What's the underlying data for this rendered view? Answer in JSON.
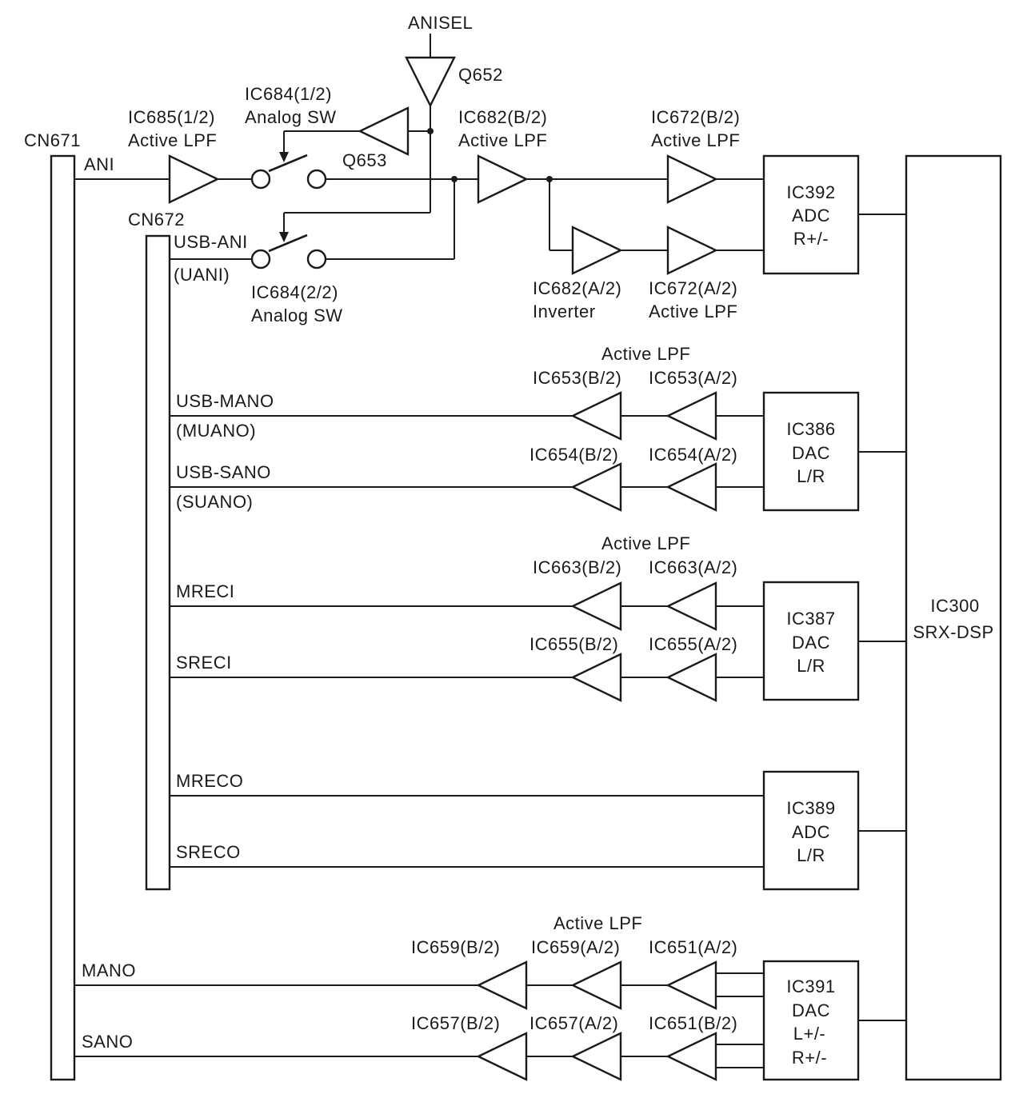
{
  "labels": {
    "anisel": "ANISEL",
    "q652": "Q652",
    "q653": "Q653",
    "cn671": "CN671",
    "cn672": "CN672",
    "ani": "ANI",
    "usb_ani": "USB-ANI",
    "uani": "(UANI)",
    "ic685_1": "IC685(1/2)",
    "ic685_2": "Active LPF",
    "ic684a_1": "IC684(1/2)",
    "ic684a_2": "Analog SW",
    "ic684b_1": "IC684(2/2)",
    "ic684b_2": "Analog SW",
    "ic682b_1": "IC682(B/2)",
    "ic682b_2": "Active LPF",
    "ic672b_1": "IC672(B/2)",
    "ic672b_2": "Active LPF",
    "ic682a_1": "IC682(A/2)",
    "ic682a_2": "Inverter",
    "ic672a_1": "IC672(A/2)",
    "ic672a_2": "Active LPF",
    "ic392_1": "IC392",
    "ic392_2": "ADC",
    "ic392_3": "R+/-",
    "lpf_hdr1": "Active LPF",
    "ic653b": "IC653(B/2)",
    "ic653a": "IC653(A/2)",
    "usb_mano": "USB-MANO",
    "muano": "(MUANO)",
    "ic654b": "IC654(B/2)",
    "ic654a": "IC654(A/2)",
    "usb_sano": "USB-SANO",
    "suano": "(SUANO)",
    "ic386_1": "IC386",
    "ic386_2": "DAC",
    "ic386_3": "L/R",
    "lpf_hdr2": "Active LPF",
    "ic663b": "IC663(B/2)",
    "ic663a": "IC663(A/2)",
    "mreci": "MRECI",
    "ic655b": "IC655(B/2)",
    "ic655a": "IC655(A/2)",
    "sreci": "SRECI",
    "ic387_1": "IC387",
    "ic387_2": "DAC",
    "ic387_3": "L/R",
    "mreco": "MRECO",
    "sreco": "SRECO",
    "ic389_1": "IC389",
    "ic389_2": "ADC",
    "ic389_3": "L/R",
    "ic300_1": "IC300",
    "ic300_2": "SRX-DSP",
    "lpf_hdr3": "Active LPF",
    "ic659b": "IC659(B/2)",
    "ic659a": "IC659(A/2)",
    "ic651a": "IC651(A/2)",
    "mano": "MANO",
    "ic657b": "IC657(B/2)",
    "ic657a": "IC657(A/2)",
    "ic651b": "IC651(B/2)",
    "sano": "SANO",
    "ic391_1": "IC391",
    "ic391_2": "DAC",
    "ic391_3": "L+/-",
    "ic391_4": "R+/-"
  }
}
